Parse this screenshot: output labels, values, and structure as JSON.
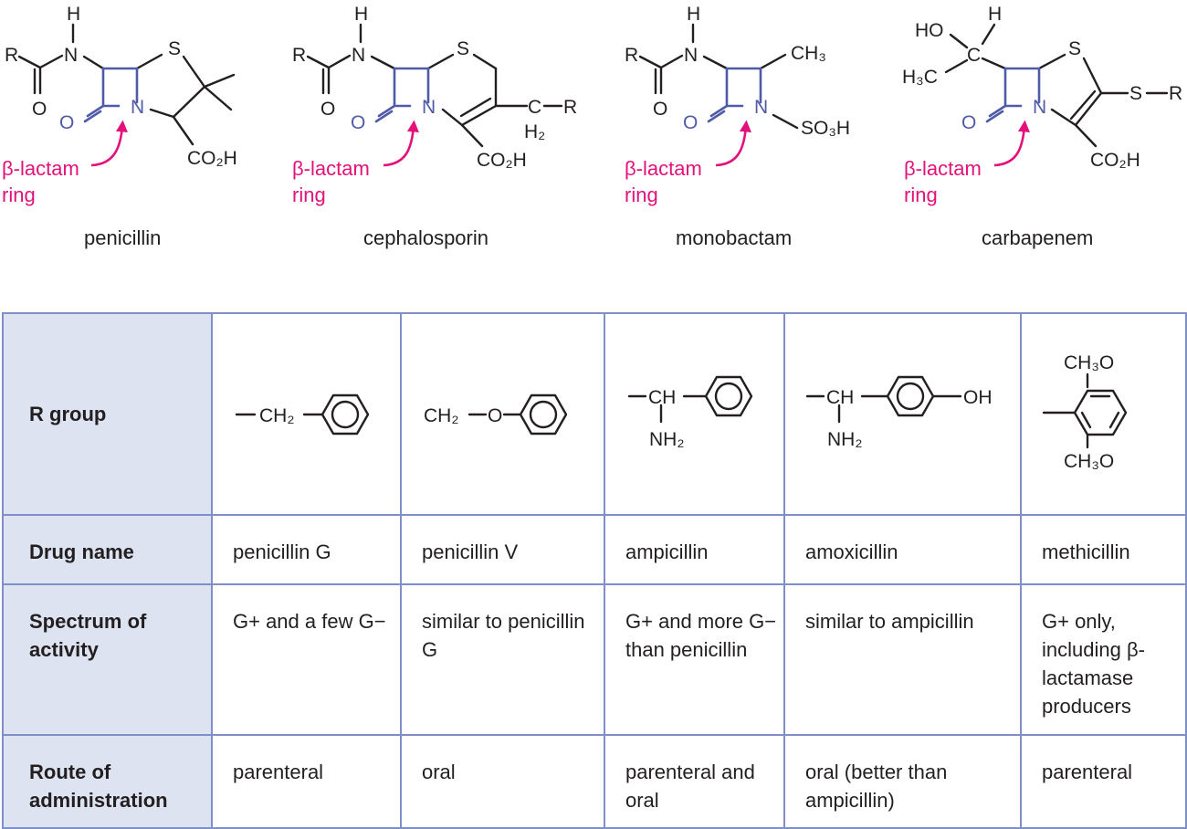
{
  "structures": [
    {
      "name": "penicillin",
      "ring_label": [
        "β-lactam",
        "ring"
      ],
      "atoms": {
        "H": "H",
        "N": "N",
        "R": "R",
        "O": "O",
        "S": "S",
        "ring_O": "O",
        "ring_N": "N",
        "acid": "CO₂H"
      }
    },
    {
      "name": "cephalosporin",
      "ring_label": [
        "β-lactam",
        "ring"
      ],
      "atoms": {
        "H": "H",
        "N": "N",
        "R": "R",
        "O": "O",
        "S": "S",
        "ring_O": "O",
        "ring_N": "N",
        "acid": "CO₂H",
        "C": "C",
        "H2": "H₂",
        "R2": "R"
      }
    },
    {
      "name": "monobactam",
      "ring_label": [
        "β-lactam",
        "ring"
      ],
      "atoms": {
        "H": "H",
        "N": "N",
        "R": "R",
        "O": "O",
        "ring_O": "O",
        "ring_N": "N",
        "CH3": "CH₃",
        "SO3H": "SO₃H"
      }
    },
    {
      "name": "carbapenem",
      "ring_label": [
        "β-lactam",
        "ring"
      ],
      "atoms": {
        "HO": "HO",
        "H": "H",
        "C": "C",
        "H3C": "H₃C",
        "S": "S",
        "SR": "S",
        "R": "R",
        "ring_O": "O",
        "ring_N": "N",
        "acid": "CO₂H"
      }
    }
  ],
  "table": {
    "row_headers": [
      "R group",
      "Drug name",
      "Spectrum of activity",
      "Route of administration"
    ],
    "rgroup_labels": [
      {
        "a": "CH₂"
      },
      {
        "a": "CH₂",
        "b": "O"
      },
      {
        "a": "CH",
        "b": "NH₂"
      },
      {
        "a": "CH",
        "b": "NH₂",
        "c": "OH"
      },
      {
        "a": "CH₃O",
        "b": "CH₃O"
      }
    ],
    "drug_names": [
      "penicillin G",
      "penicillin V",
      "ampicillin",
      "amoxicillin",
      "methicillin"
    ],
    "spectrum": [
      "G+ and a few G−",
      "similar to penicillin G",
      "G+ and more G− than penicillin",
      "similar to ampicillin",
      "G+ only, including β-lactamase producers"
    ],
    "route": [
      "parenteral",
      "oral",
      "parenteral and oral",
      "oral (better than ampicillin)",
      "parenteral"
    ]
  },
  "colors": {
    "ring": "#4f5ba6",
    "label": "#e2127a",
    "grid": "#7e8fc9",
    "header_bg": "#dde3f1"
  }
}
